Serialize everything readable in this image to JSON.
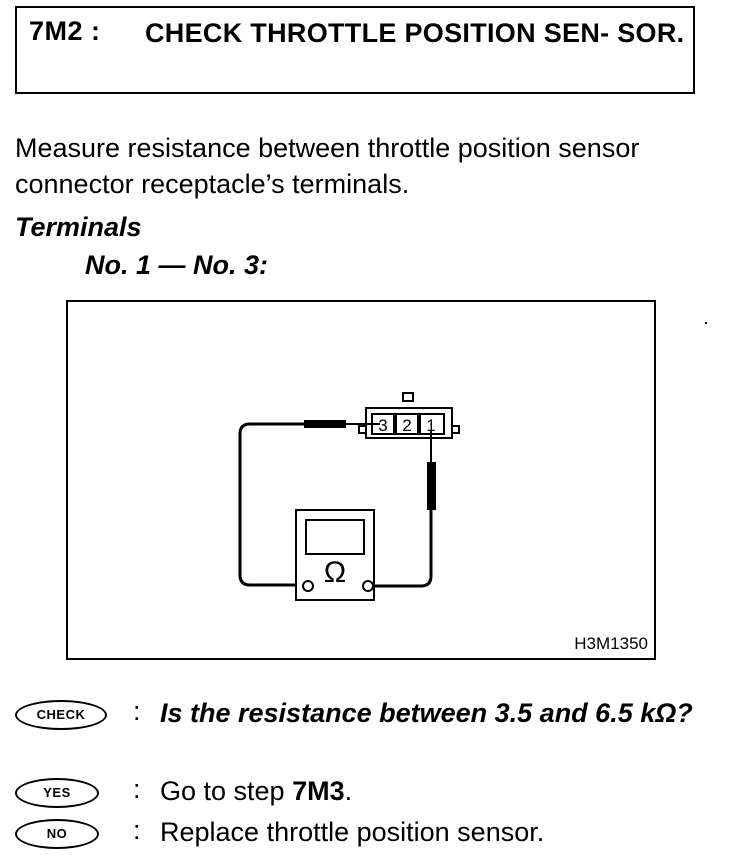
{
  "step": {
    "code": "7M2 :",
    "title": "CHECK THROTTLE POSITION SEN- SOR."
  },
  "instruction": "Measure resistance between throttle position sensor connector receptacle’s terminals.",
  "terminals": {
    "heading": "Terminals",
    "pair": "No. 1 — No. 3:"
  },
  "figure": {
    "id": "H3M1350",
    "connector_pins": [
      "3",
      "2",
      "1"
    ],
    "meter_symbol": "Ω"
  },
  "check": {
    "badge": "CHECK",
    "colon": ":",
    "question": "Is the resistance between 3.5 and 6.5 kΩ?"
  },
  "yes": {
    "badge": "YES",
    "colon": ":",
    "text_prefix": "Go to step ",
    "step_ref": "7M3",
    "text_suffix": "."
  },
  "no": {
    "badge": "NO",
    "colon": ":",
    "text": "Replace throttle position sensor."
  }
}
